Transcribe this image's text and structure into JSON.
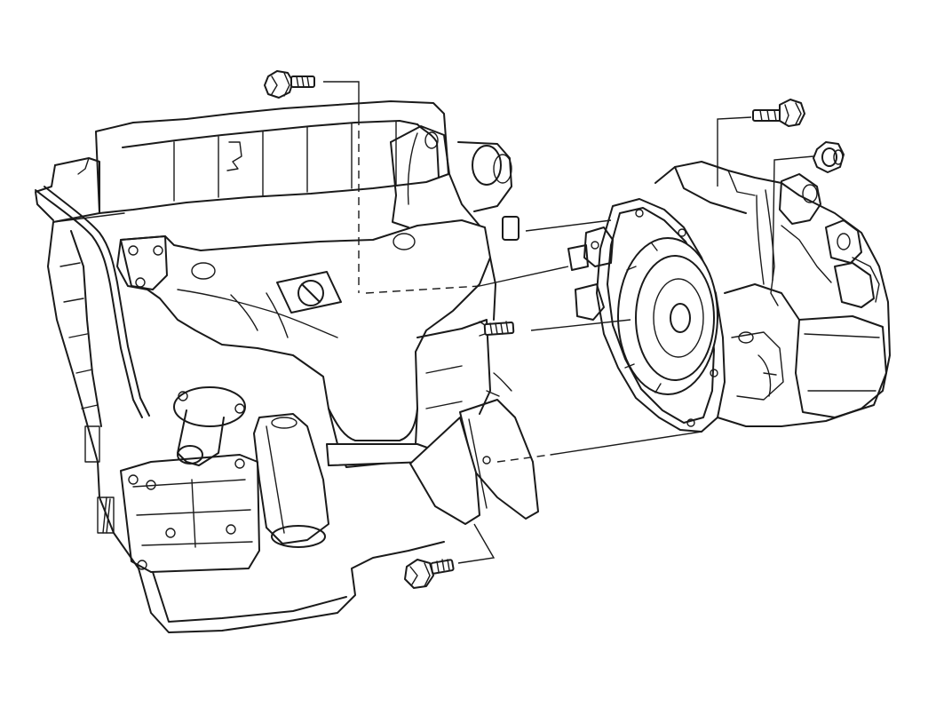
{
  "diagram": {
    "kind": "exploded-view",
    "subject_parts": [
      "engine-assembly",
      "automatic-transaxle-assembly",
      "bolt",
      "stud-bolt",
      "nut"
    ],
    "line_color": "#1a1a1a",
    "background_color": "#ffffff"
  }
}
